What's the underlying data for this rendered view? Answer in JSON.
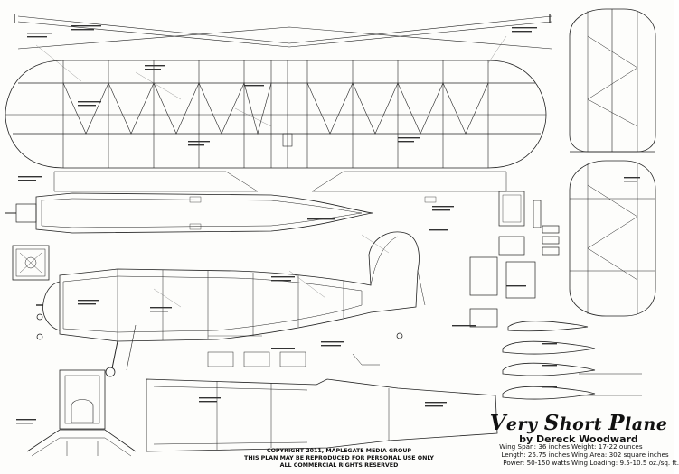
{
  "title": {
    "parts": [
      {
        "cap": "V",
        "rest": "ery "
      },
      {
        "cap": "S",
        "rest": "hort "
      },
      {
        "cap": "P",
        "rest": "lane"
      }
    ],
    "author": "by Dereck Woodward"
  },
  "specs_left": [
    {
      "label": "Wing Span:",
      "value": "36 inches"
    },
    {
      "label": "Length:",
      "value": "25.75 inches"
    },
    {
      "label": "Power:",
      "value": "50-150 watts"
    }
  ],
  "specs_right": [
    {
      "label": "Weight:",
      "value": "17-22 ounces"
    },
    {
      "label": "Wing Area:",
      "value": "302 square inches"
    },
    {
      "label": "Wing Loading:",
      "value": "9.5-10.5 oz./sq. ft."
    }
  ],
  "copyright": [
    "COPYRIGHT 2011, MAPLEGATE MEDIA GROUP",
    "THIS PLAN MAY BE REPRODUCED FOR PERSONAL USE ONLY",
    "ALL COMMERCIAL RIGHTS RESERVED"
  ]
}
